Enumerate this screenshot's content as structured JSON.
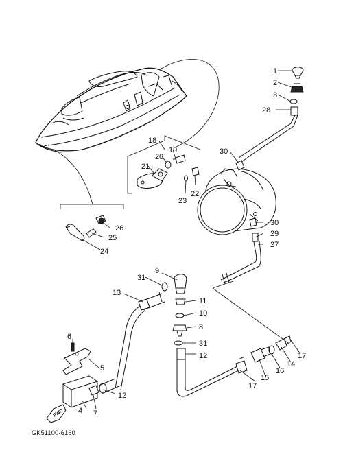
{
  "diagram": {
    "code": "GK51100-6160",
    "direction_label": "FWD",
    "callouts": {
      "c1": "1",
      "c2": "2",
      "c3": "3",
      "c4": "4",
      "c5": "5",
      "c6": "6",
      "c7": "7",
      "c8": "8",
      "c9": "9",
      "c10": "10",
      "c11": "11",
      "c12a": "12",
      "c12b": "12",
      "c13": "13",
      "c14": "14",
      "c15": "15",
      "c16": "16",
      "c17a": "17",
      "c17b": "17",
      "c18": "18",
      "c19": "19",
      "c20": "20",
      "c21": "21",
      "c22": "22",
      "c23": "23",
      "c24": "24",
      "c25": "25",
      "c26": "26",
      "c27": "27",
      "c28": "28",
      "c29": "29",
      "c30a": "30",
      "c30b": "30",
      "c31a": "31",
      "c31b": "31"
    }
  }
}
